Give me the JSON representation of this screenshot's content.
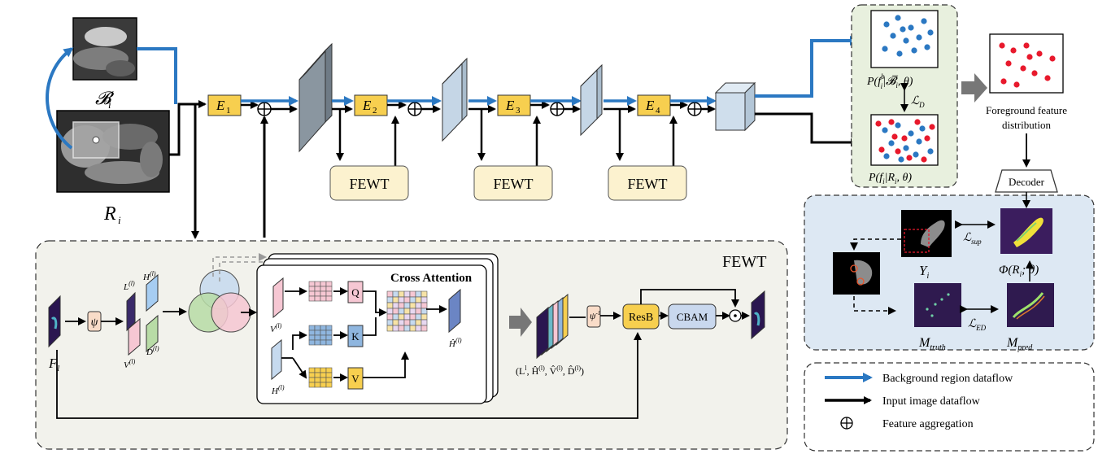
{
  "colors": {
    "blue_flow": "#2b78c2",
    "black_flow": "#000000",
    "encoder_fill": "#f7cf4f",
    "fewt_fill": "#fcf2cf",
    "green_panel": "#e8f0de",
    "blue_panel": "#dde8f3",
    "fewt_panel": "#f2f2ec",
    "cbam_fill": "#c9d8ee",
    "resb_fill": "#f7cf4f",
    "q_fill": "#f6c7d3",
    "k_fill": "#8fb6df",
    "v_fill": "#f7cf4f",
    "dot_blue": "#2b78c2",
    "dot_red": "#e8192c"
  },
  "inputs": {
    "background_label": "𝓑",
    "background_sub": "i",
    "region_label": "R",
    "region_sub": "i"
  },
  "encoders": [
    {
      "label": "E",
      "sub": "1"
    },
    {
      "label": "E",
      "sub": "2"
    },
    {
      "label": "E",
      "sub": "3"
    },
    {
      "label": "E",
      "sub": "4"
    }
  ],
  "fewt_blocks": [
    "FEWT",
    "FEWT",
    "FEWT"
  ],
  "distributions": {
    "background_prob": "P(f",
    "background_prob_sub": "i",
    "background_prob_sup": "b",
    "background_prob_rest": "|𝓑̅",
    "background_prob_rest_sub": "i",
    "background_prob_end": ", θ)",
    "region_prob": "P(f",
    "region_prob_sub": "i",
    "region_prob_rest": "|R",
    "region_prob_rest_sub": "i",
    "region_prob_end": ", θ)",
    "loss_d": "ℒ",
    "loss_d_sub": "D",
    "foreground_line1": "Foreground feature",
    "foreground_line2": "distribution"
  },
  "decoder_panel": {
    "decoder_label": "Decoder",
    "y_label": "Y",
    "y_sub": "i",
    "phi_label": "Φ(R",
    "phi_sub": "i",
    "phi_end": "; θ)",
    "loss_sup": "ℒ",
    "loss_sup_sub": "sup",
    "loss_ed": "ℒ",
    "loss_ed_sub": "ED",
    "m_truth": "M",
    "m_truth_sub": "truth",
    "m_pred": "M",
    "m_pred_sub": "pred"
  },
  "fewt_panel": {
    "title": "FEWT",
    "f_label": "F",
    "f_sub": "l",
    "psi": "ψ",
    "psi_inv": "ψ",
    "psi_inv_sup": "-1",
    "l_band": "L",
    "h_band": "H",
    "v_band": "V",
    "d_band": "D",
    "band_sup": "(l)",
    "cross_attention_title": "Cross Attention",
    "v_input": "V",
    "h_input": "H",
    "q": "Q",
    "k": "K",
    "v": "V",
    "h_hat": "Ĥ",
    "recon_tuple": "(L",
    "recon_tuple_sup": "l",
    "recon_tuple_rest": ", Ĥ",
    "recon_tuple_rest2": ", V̂",
    "recon_tuple_rest3": ", D̂",
    "recon_tuple_end": ")",
    "resb": "ResB",
    "cbam": "CBAM",
    "dot_op": "⊙"
  },
  "legend": {
    "items": [
      {
        "label": "Background region dataflow"
      },
      {
        "label": "Input image dataflow"
      },
      {
        "label": "Feature aggregation",
        "symbol": "⊕"
      }
    ]
  }
}
